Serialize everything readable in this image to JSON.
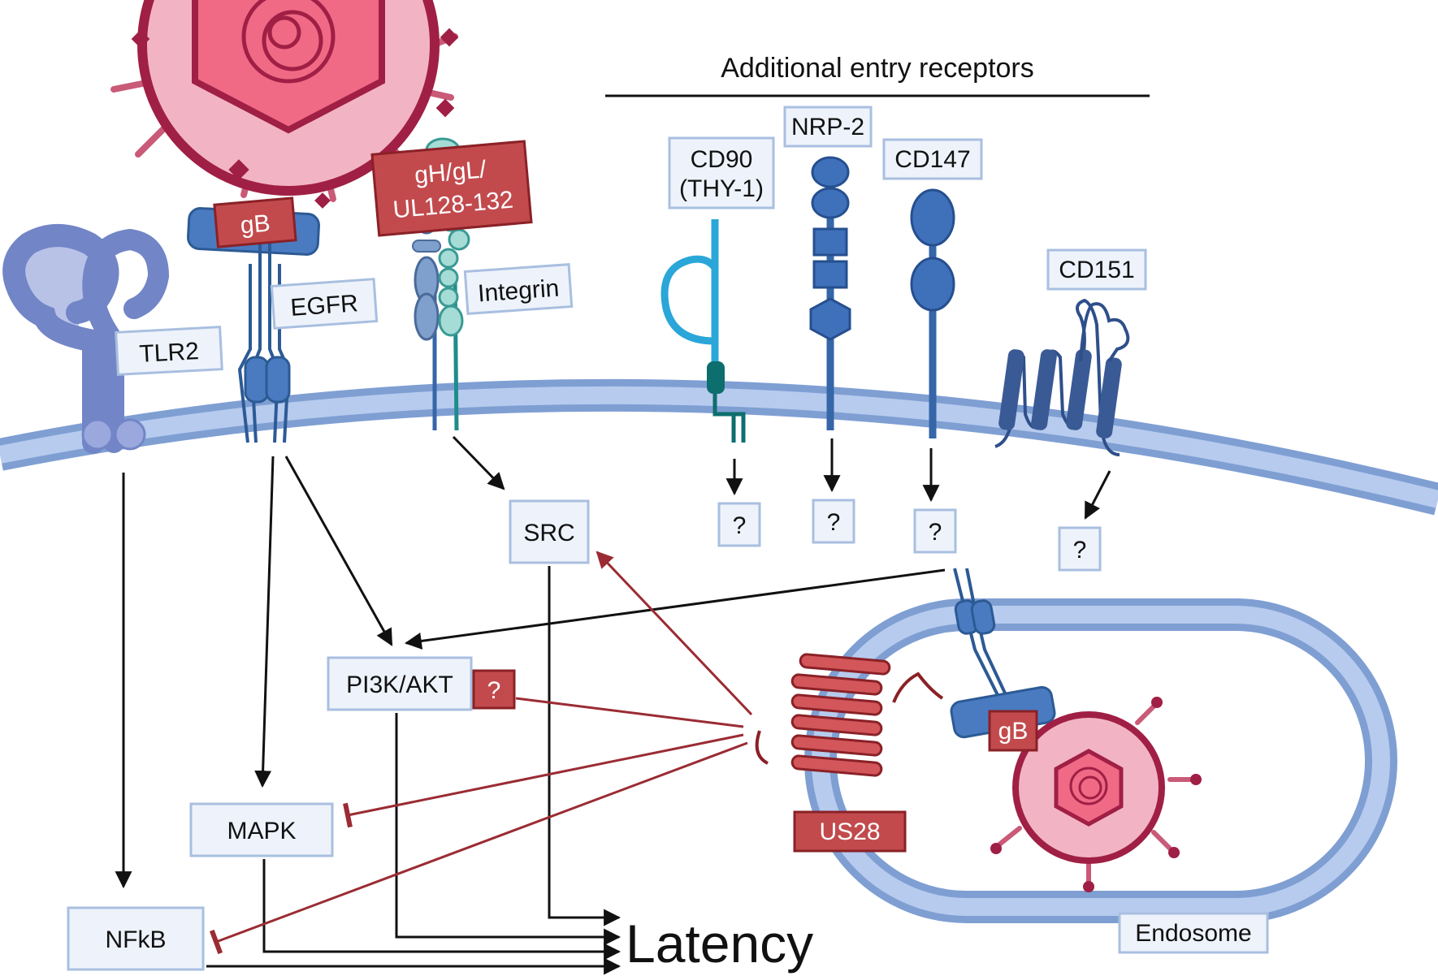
{
  "heading": "Additional entry receptors",
  "labels": {
    "gb_top": "gB",
    "gh_line1": "gH/gL/",
    "gh_line2": "UL128-132",
    "egfr": "EGFR",
    "integrin": "Integrin",
    "tlr2": "TLR2",
    "cd90_line1": "CD90",
    "cd90_line2": "(THY-1)",
    "nrp2": "NRP-2",
    "cd147": "CD147",
    "cd151": "CD151",
    "q_cd90": "?",
    "q_nrp2": "?",
    "q_cd147": "?",
    "q_cd151": "?",
    "q_pi3k": "?",
    "src": "SRC",
    "pi3k": "PI3K/AKT",
    "mapk": "MAPK",
    "nfkb": "NFkB",
    "us28": "US28",
    "gb_endo": "gB",
    "endosome": "Endosome",
    "latency": "Latency"
  },
  "colors": {
    "membrane": "#7f9fd3",
    "membrane_light": "#b7cbee",
    "virus_envelope": "#a01f45",
    "virus_fill": "#f2b4c4",
    "receptor_blue": "#3566a8",
    "cd90_cyan": "#2aa6d8",
    "cd90_teal": "#0d6e6e",
    "inhibit_red": "#9b2b33",
    "activate_black": "#111111"
  }
}
